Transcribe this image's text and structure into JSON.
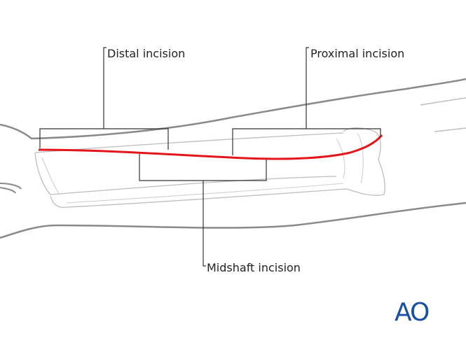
{
  "labels": {
    "distal": "Distal incision",
    "proximal": "Proximal incision",
    "midshaft": "Midshaft incision"
  },
  "logo": {
    "text": "AO",
    "color": "#1b4fa0"
  },
  "colors": {
    "incision": "#e3161b",
    "outline": "#8a8a8a",
    "bone": "#bdbdbd",
    "bracket": "#333333"
  }
}
